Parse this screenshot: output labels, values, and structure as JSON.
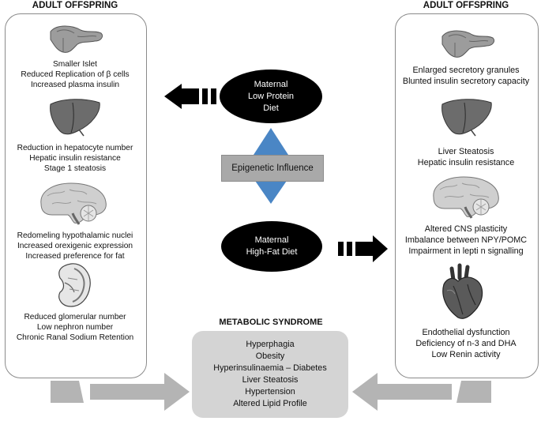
{
  "left_panel": {
    "heading": "ADULT OFFSPRING",
    "pancreas": [
      "Smaller Islet",
      "Reduced Replication of β cells",
      "Increased plasma insulin"
    ],
    "liver": [
      "Reduction in hepatocyte number",
      "Hepatic insulin resistance",
      "Stage 1 steatosis"
    ],
    "brain": [
      "Redomeling hypothalamic nuclei",
      "Increased orexigenic expression",
      "Increased preference for fat"
    ],
    "kidney": [
      "Reduced glomerular number",
      "Low nephron number",
      "Chronic Ranal Sodium Retention"
    ]
  },
  "right_panel": {
    "heading": "ADULT OFFSPRING",
    "pancreas": [
      "Enlarged secretory granules",
      "Blunted insulin secretory capacity"
    ],
    "liver": [
      "Liver Steatosis",
      "Hepatic insulin resistance"
    ],
    "brain": [
      "Altered CNS plasticity",
      "Imbalance between NPY/POMC",
      "Impairment in lepti n signalling"
    ],
    "heart": [
      "Endothelial dysfunction",
      "Deficiency of n-3 and DHA",
      "Low Renin activity"
    ]
  },
  "center": {
    "low_protein": [
      "Maternal",
      "Low Protein",
      "Diet"
    ],
    "epigenetic": "Epigenetic Influence",
    "high_fat": [
      "Maternal",
      "High-Fat Diet"
    ]
  },
  "metabolic_syndrome": {
    "heading": "METABOLIC SYNDROME",
    "items": [
      "Hyperphagia",
      "Obesity",
      "Hyperinsulinaemia – Diabetes",
      "Liver Steatosis",
      "Hypertension",
      "Altered Lipid Profile"
    ]
  },
  "icons": {
    "pancreas": "pancreas-icon",
    "liver": "liver-icon",
    "brain": "brain-icon",
    "kidney": "kidney-icon",
    "heart": "heart-icon"
  },
  "colors": {
    "ellipse": "#000000",
    "epigenetic_box": "#a9a9a9",
    "triangle": "#4a86c5",
    "metabolic_box": "#d4d4d4",
    "bottom_arrows": "#b4b4b4"
  }
}
